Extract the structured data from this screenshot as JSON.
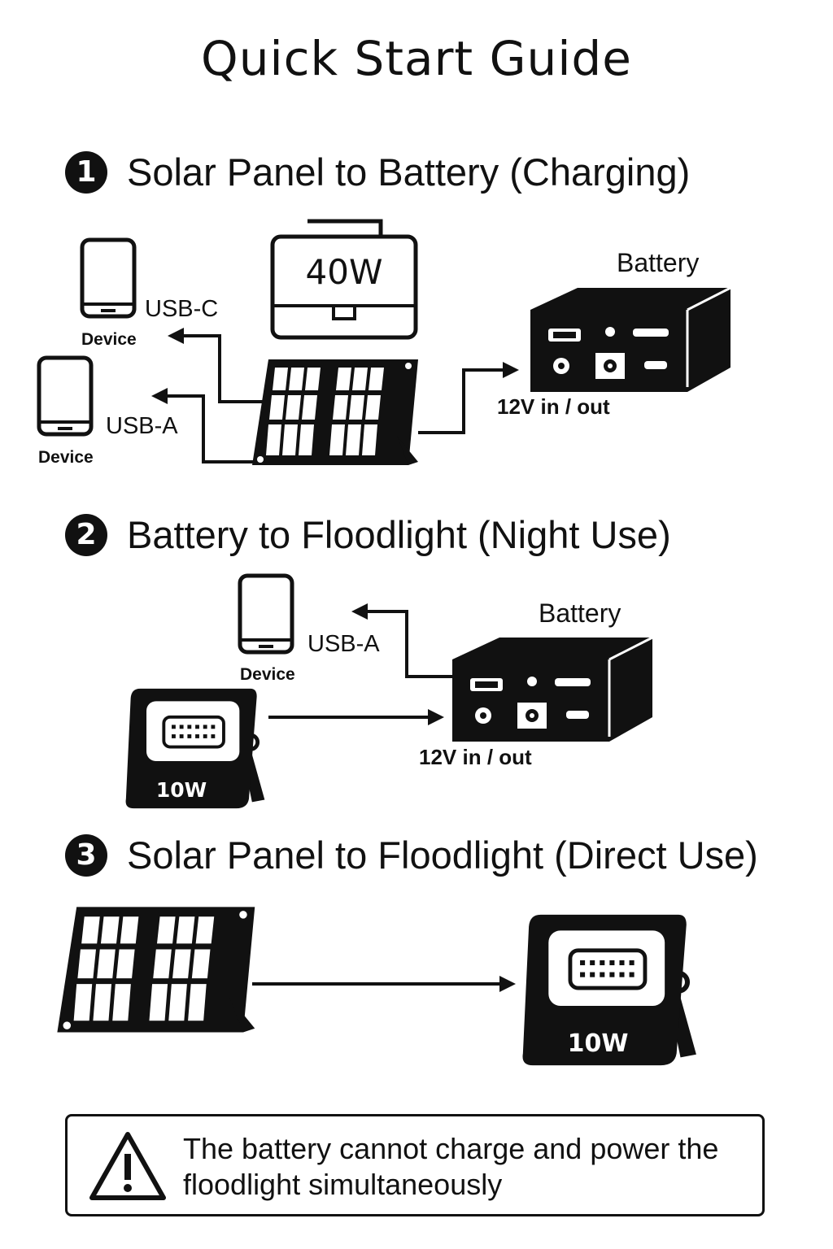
{
  "title": "Quick Start Guide",
  "sections": [
    {
      "number": "1",
      "heading": "Solar Panel to Battery (Charging)",
      "panel_wattage": "40W",
      "device_labels": [
        "Device",
        "Device"
      ],
      "usb_c_label": "USB-C",
      "usb_a_label": "USB-A",
      "battery_label": "Battery",
      "port_label": "12V in / out"
    },
    {
      "number": "2",
      "heading": "Battery to Floodlight (Night Use)",
      "device_label": "Device",
      "usb_a_label": "USB-A",
      "battery_label": "Battery",
      "port_label": "12V in / out",
      "floodlight_wattage": "10W"
    },
    {
      "number": "3",
      "heading": "Solar Panel to Floodlight (Direct Use)",
      "floodlight_wattage": "10W"
    }
  ],
  "warning": {
    "icon": "warning-triangle-icon",
    "text": "The battery cannot charge and power the floodlight simultaneously"
  }
}
